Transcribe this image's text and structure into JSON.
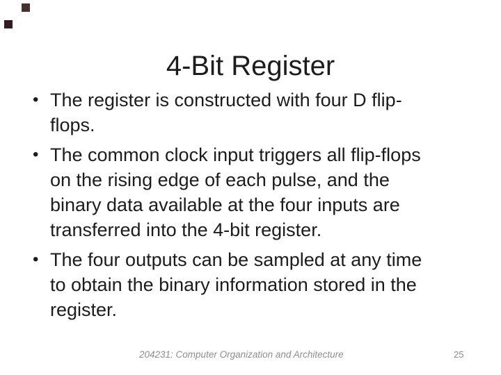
{
  "slide": {
    "title": "4-Bit Register",
    "bullet_char": "•",
    "bullets": [
      {
        "lines": [
          "The register is constructed with four D flip-",
          "flops."
        ]
      },
      {
        "lines": [
          "The common clock input triggers all flip-flops",
          "on the rising edge of each pulse, and the",
          "binary data available at the four inputs are",
          "transferred into the 4-bit register."
        ]
      },
      {
        "lines": [
          "The four outputs can be sampled at any time",
          "to obtain the binary information stored in the",
          "register."
        ]
      }
    ],
    "footer": {
      "course": "204231: Computer Organization and Architecture",
      "page_number": "25"
    },
    "colors": {
      "background": "#ffffff",
      "body_text": "#1c1c1c",
      "footer_text": "#8e8e8e",
      "accent_square_1": "#45302e",
      "accent_square_2": "#301d24"
    }
  }
}
